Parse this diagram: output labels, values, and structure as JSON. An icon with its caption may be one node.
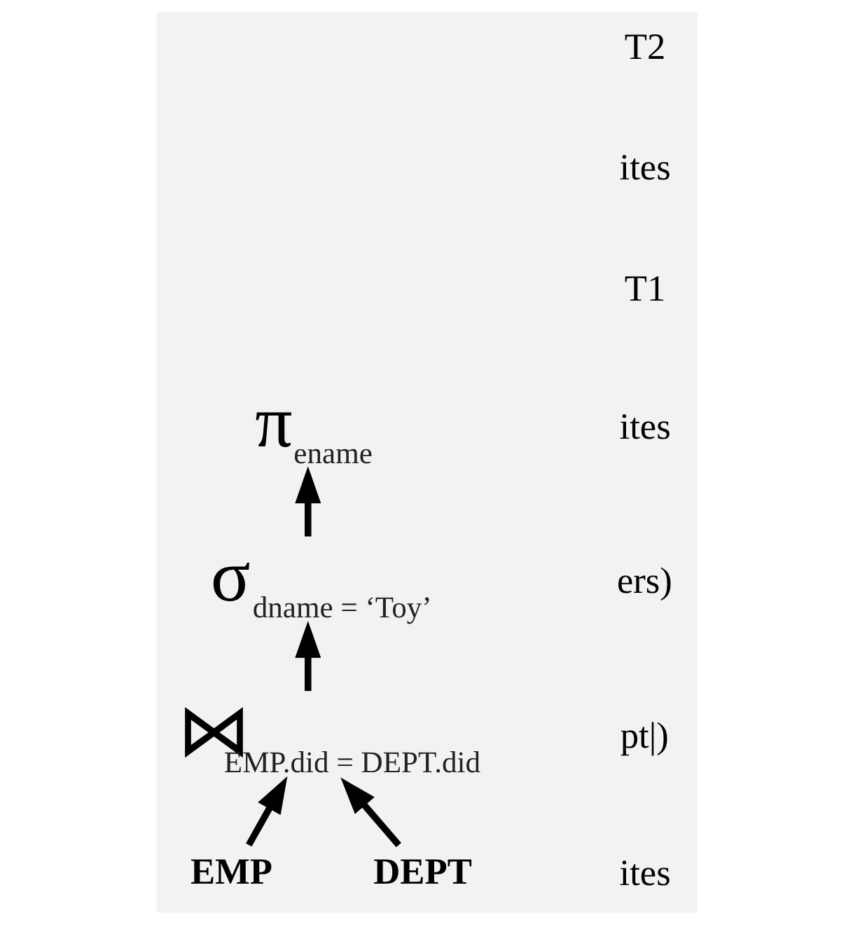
{
  "diagram": {
    "nodes": [
      {
        "text": [
          "π",
          "ename"
        ]
      },
      {
        "text": [
          "σ",
          "dname = ‘Toy’"
        ]
      },
      {
        "text": [
          "⋈",
          "EMP.did = DEPT.did"
        ]
      },
      {
        "text": [
          "EMP"
        ]
      },
      {
        "text": [
          "DEPT"
        ]
      }
    ],
    "edges": [
      {
        "from": 3,
        "to": 2,
        "arrow": "to"
      },
      {
        "from": 4,
        "to": 2,
        "arrow": "to"
      },
      {
        "from": 2,
        "to": 1,
        "arrow": "to"
      },
      {
        "from": 1,
        "to": 0,
        "arrow": "to"
      }
    ],
    "labels": [
      "T2",
      "ites",
      "T1",
      "ites",
      "ers)",
      "pt|)",
      "ites"
    ]
  }
}
